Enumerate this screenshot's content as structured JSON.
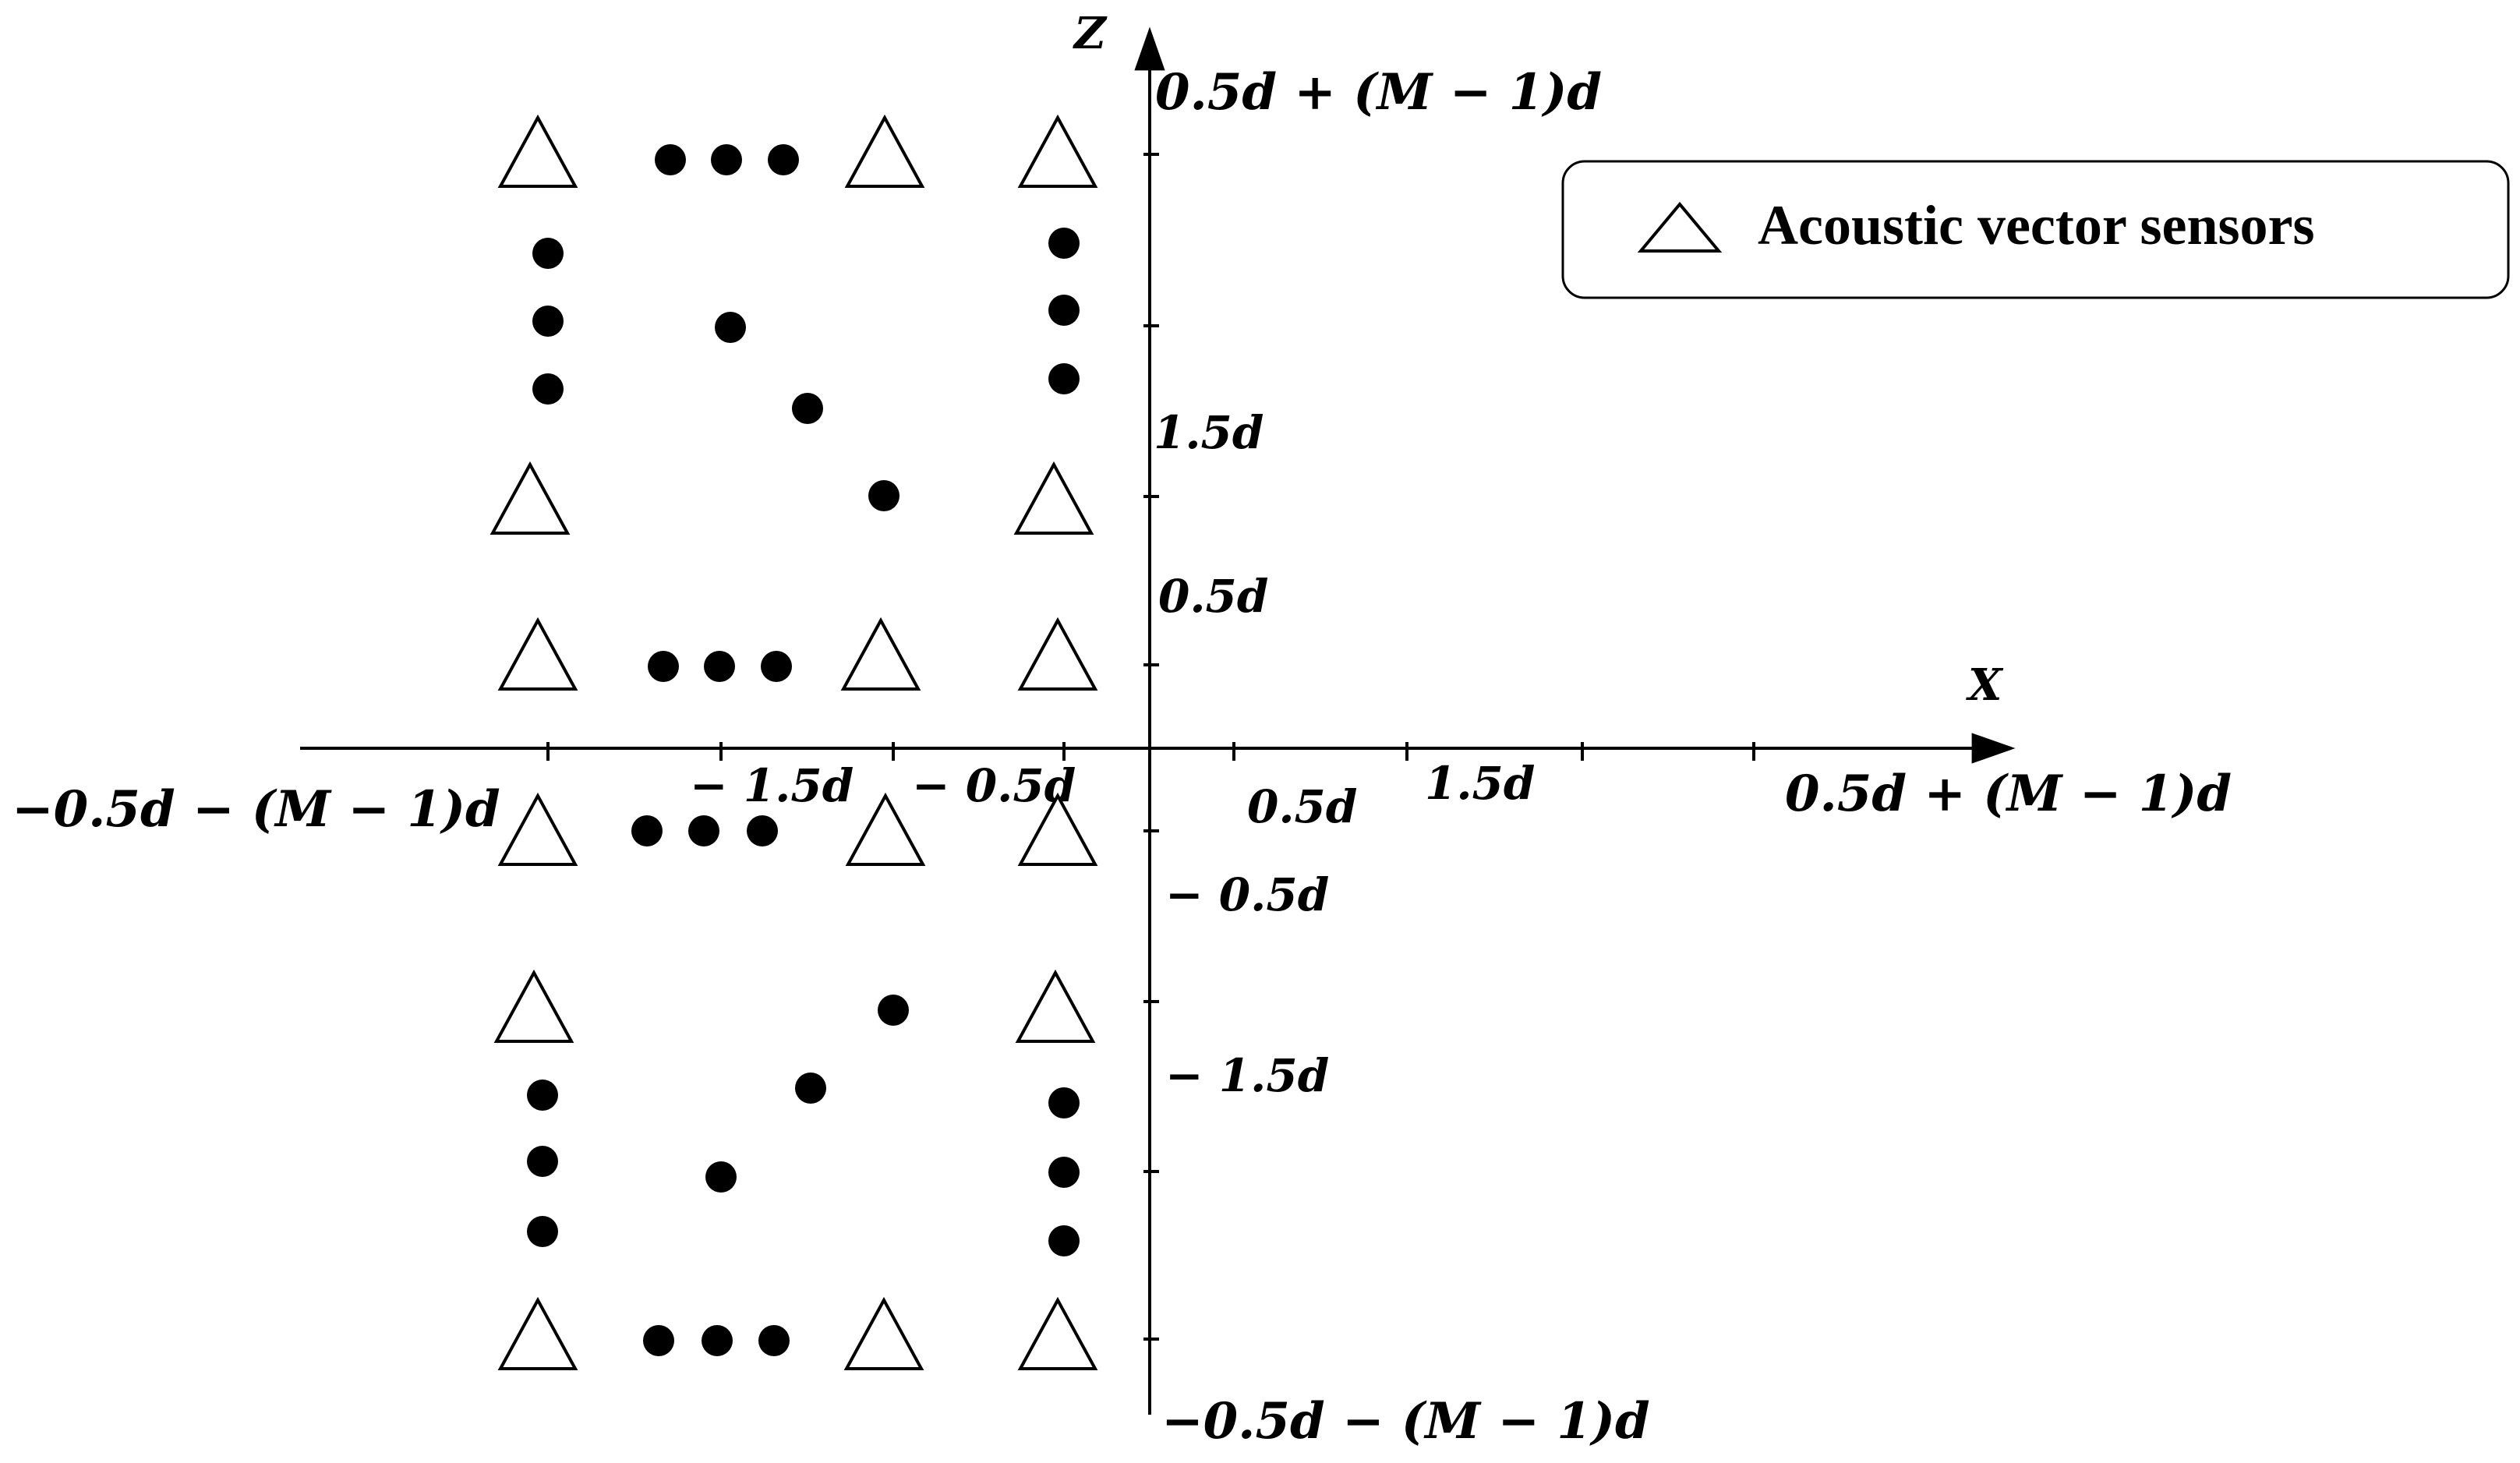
{
  "axes": {
    "x_name": "X",
    "z_name": "Z"
  },
  "x_ticks": {
    "neg_outer": "−0.5d − (M − 1)d",
    "neg_1_5": "− 1.5d",
    "neg_0_5": "− 0.5d",
    "pos_0_5": "0.5d",
    "pos_1_5": "1.5d",
    "pos_outer": "0.5d + (M − 1)d"
  },
  "z_ticks": {
    "pos_outer": "0.5d + (M − 1)d",
    "pos_1_5": "1.5d",
    "pos_0_5": "0.5d",
    "neg_0_5": "− 0.5d",
    "neg_1_5": "− 1.5d",
    "neg_outer": "−0.5d − (M − 1)d"
  },
  "legend": {
    "sensor_label": "Acoustic vector sensors",
    "marker_icon": "triangle-outline-icon"
  },
  "markers": {
    "sensor_icon": "triangle-outline-icon",
    "ellipsis_icon": "filled-dot-icon"
  }
}
